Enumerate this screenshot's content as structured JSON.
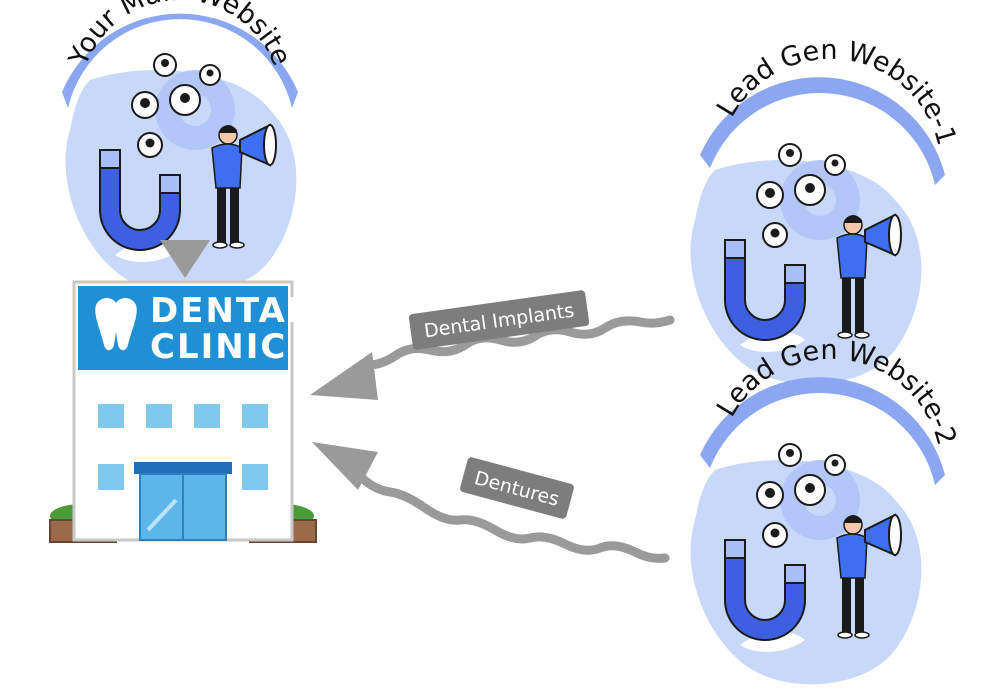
{
  "nodes": {
    "main_website": {
      "label": "Your Main Website"
    },
    "lead_gen_1": {
      "label": "Lead Gen Website-1"
    },
    "lead_gen_2": {
      "label": "Lead Gen Website-2"
    },
    "clinic": {
      "line1": "DENTAL",
      "line2": "CLINIC"
    }
  },
  "edges": {
    "implants": {
      "label": "Dental Implants"
    },
    "dentures": {
      "label": "Dentures"
    }
  },
  "colors": {
    "blob": "#c8d8fb",
    "banner": "#8ba7f2",
    "arrow": "#9a9a9a",
    "label_box": "#7d7d7d",
    "clinic_blue": "#1f8fd6",
    "window": "#7fc8ee",
    "pot": "#9a6a4a",
    "shrub": "#4e9a38"
  },
  "icons": [
    "magnet-icon",
    "megaphone-icon",
    "person-icon",
    "tooth-icon",
    "avatar-icon"
  ]
}
